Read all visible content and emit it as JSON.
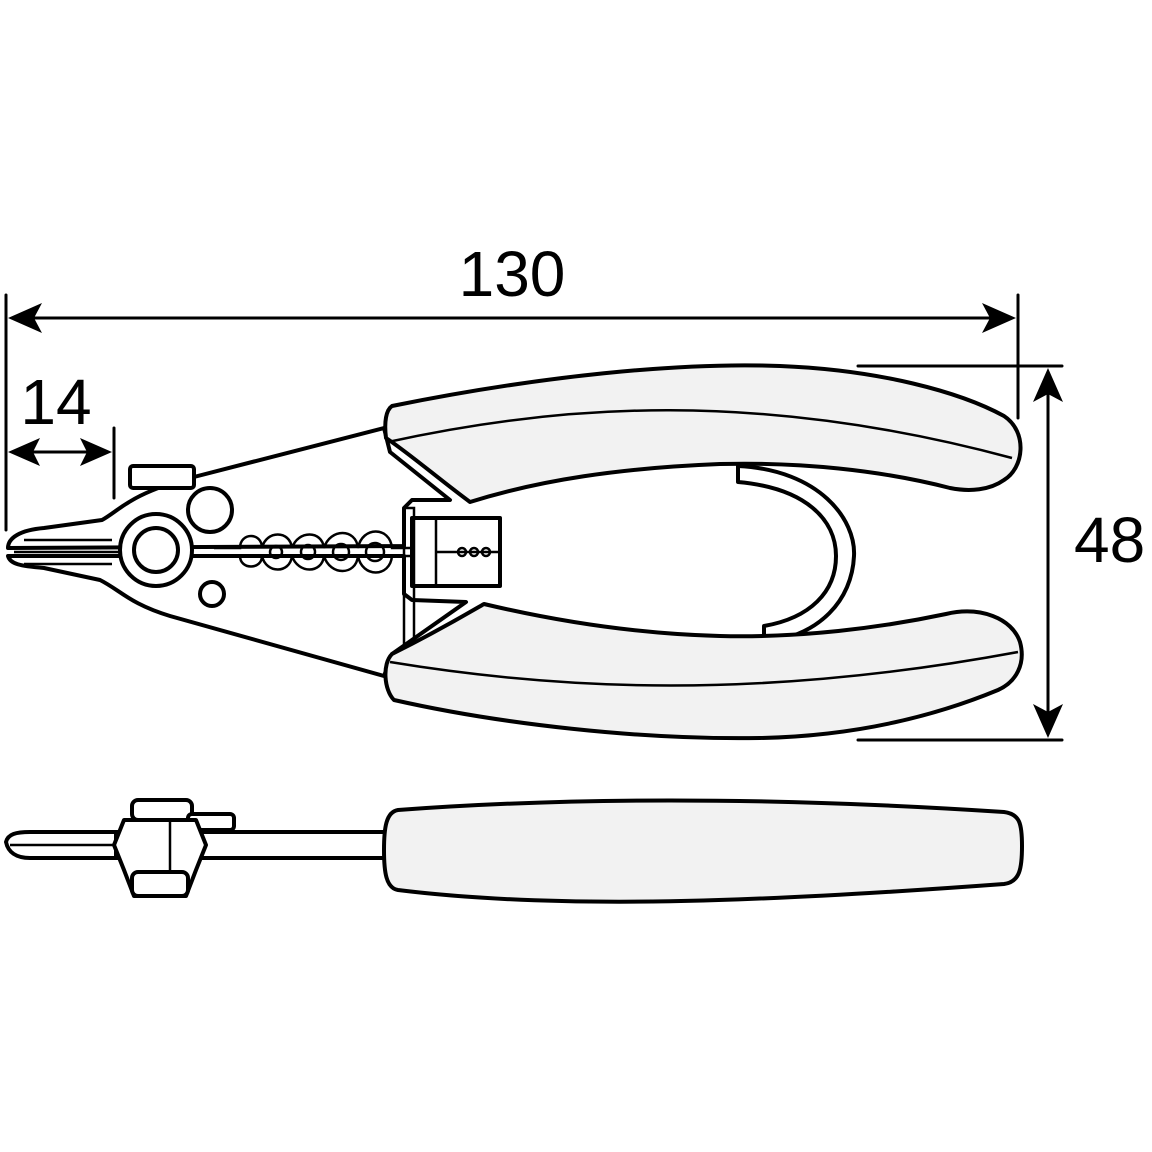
{
  "dimensions": {
    "overall_length": "130",
    "jaw_length": "14",
    "handle_span": "48"
  },
  "colors": {
    "line": "#000000",
    "grip_fill": "#f2f2f2",
    "background": "#ffffff"
  }
}
